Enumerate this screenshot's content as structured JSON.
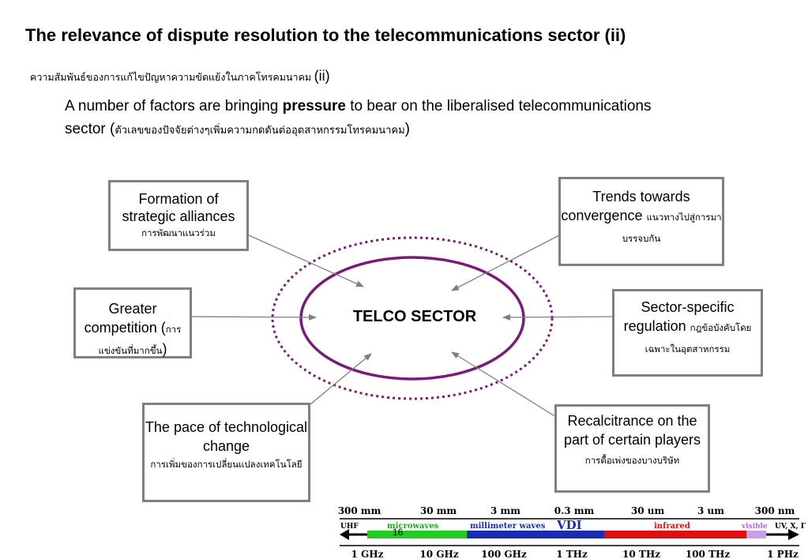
{
  "title": "The relevance of dispute resolution to the telecommunications sector (ii)",
  "subtitle": {
    "thai": "ความสัมพันธ์ของการแก้ไขปัญหาความขัดแย้งในภาคโทรคมนาคม",
    "suffix": "(ii)"
  },
  "intro": {
    "part1": "A number of factors are bringing ",
    "bold": "pressure",
    "part2": "  to bear on the liberalised telecommunications sector (",
    "thai": "ตัวเลขของปัจจัยต่างๆเพิ่มความกดดันต่ออุตสาหกรรมโทรคมนาคม",
    "close": ")"
  },
  "center_label": "TELCO SECTOR",
  "boxes": {
    "alliances": {
      "en": "Formation of strategic alliances",
      "th": "การพัฒนาแนวร่วม"
    },
    "competition": {
      "en": "Greater competition (",
      "th": "การแข่งขันที่มากขึ้น",
      "close": ")"
    },
    "pace": {
      "en": "The pace of technological change",
      "th": "การเพิ่มของการเปลี่ยนแปลงเทคโนโลยี"
    },
    "convergence": {
      "en": "Trends towards convergence",
      "th": "แนวทางไปสู่การมาบรรจบกัน"
    },
    "regulation": {
      "en": "Sector-specific regulation",
      "th": "กฎข้อบังคับโดยเฉพาะในอุตสาหกรรม"
    },
    "recalcitrance": {
      "en": "Recalcitrance on the part of certain players",
      "th": "การดื้อเพ่งของบางบริษัท"
    }
  },
  "spectrum": {
    "wavelengths": [
      "300 mm",
      "30 mm",
      "3 mm",
      "0.3 mm",
      "30 um",
      "3 um",
      "300 nm"
    ],
    "frequencies": [
      "1 GHz",
      "10 GHz",
      "100 GHz",
      "1 THz",
      "10 THz",
      "100 THz",
      "1 PHz"
    ],
    "band_labels": {
      "uhf": "UHF",
      "microwaves": "microwaves",
      "millimeter": "millimeter waves",
      "vdi": "VDI",
      "infrared": "infrared",
      "visible": "visible",
      "uv": "UV, X, Γ"
    },
    "colors": {
      "uhf": "#ffffff",
      "microwaves": "#22cc22",
      "millimeter": "#1a2db0",
      "infrared": "#dd1111",
      "visible": "#c9a0e8",
      "vdi_text": "#1a2db0",
      "ir_text": "#dd1111"
    }
  },
  "page_number": "16",
  "colors": {
    "ellipse": "#7a1a7a",
    "box_border": "#808080",
    "arrow": "#808080"
  }
}
